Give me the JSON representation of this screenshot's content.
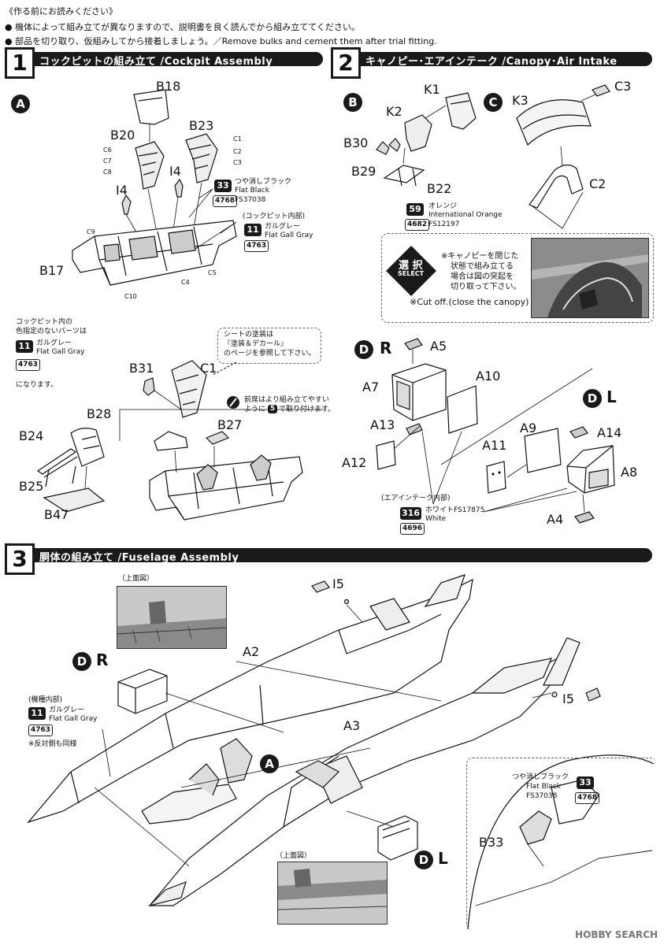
{
  "intro": {
    "line1": "《作る前にお読みください》",
    "line2": "● 機体によって組み立てが異なりますので、説明書を良く読んでから組み立ててください。",
    "line3": "● 部品を切り取り、仮組みしてから接着しましょう。／Remove bulks and cement them after trial fitting."
  },
  "step1": {
    "number": "1",
    "title": "コックピットの組み立て /Cockpit Assembly",
    "sub_a": "A",
    "parts": [
      "B18",
      "B20",
      "B23",
      "I4",
      "I4",
      "B17"
    ],
    "small_parts": [
      "C6",
      "C7",
      "C8",
      "C1",
      "C2",
      "C3",
      "C9",
      "C4",
      "C5",
      "C10"
    ],
    "color_black": {
      "num": "33",
      "ja": "つや消しブラック",
      "en": "Flat Black",
      "fs": "FS37038",
      "code": "4768"
    },
    "inside_label": "(コックピット内部)",
    "color_gray": {
      "num": "11",
      "ja": "ガルグレー",
      "en": "Flat Gall Gray",
      "code": "4763"
    },
    "left_note1": "コックピット内の",
    "left_note2": "色指定のないパーツは",
    "left_color": {
      "num": "11",
      "ja": "ガルグレー",
      "en": "Flat Gall Gray",
      "code": "4763"
    },
    "left_note3": "になります。",
    "seat_note1": "シートの塗装は",
    "seat_note2": "『塗装＆デカール』",
    "seat_note3": "のページを参照して下さい。",
    "front_note1": "前席はより組み立てやすい",
    "front_note2a": "ように",
    "front_note2b": "5",
    "front_note2c": "で取り付けます。",
    "seat_parts": [
      "B31",
      "C1",
      "B28",
      "B24",
      "B25",
      "B47",
      "B27"
    ]
  },
  "step2": {
    "number": "2",
    "title": "キャノピー･エアインテーク /Canopy･Air Intake",
    "sub_b": "B",
    "sub_c": "C",
    "b_parts": [
      "K1",
      "K2",
      "B30",
      "B29",
      "B22"
    ],
    "c_parts": [
      "K3",
      "C3",
      "C2"
    ],
    "orange": {
      "num": "59",
      "ja": "オレンジ",
      "en": "International Orange",
      "code": "4682",
      "fs": "FS12197"
    },
    "select_top": "選 択",
    "select_bottom": "SELECT",
    "select_note1": "※キャノピーを閉じた",
    "select_note2": "状態で組み立てる",
    "select_note3": "場合は図の突起を",
    "select_note4": "切り取って下さい。",
    "select_note_en": "※Cut off.(close the canopy)",
    "dr_letter": "D",
    "dr_side": "R",
    "dl_letter": "D",
    "dl_side": "L",
    "dr_parts": [
      "A5",
      "A7",
      "A10",
      "A13",
      "A12"
    ],
    "dl_parts": [
      "A11",
      "A9",
      "A14",
      "A8",
      "A4"
    ],
    "intake_label": "(エアインテーク内部)",
    "white": {
      "num": "316",
      "ja": "ホワイト",
      "fs": "FS17875",
      "en": "White",
      "code": "4696"
    }
  },
  "step3": {
    "number": "3",
    "title": "胴体の組み立て /Fuselage Assembly",
    "top_view": "（上面図）",
    "parts": [
      "I5",
      "A2",
      "A3",
      "I5",
      "B33"
    ],
    "dr_letter": "D",
    "dr_side": "R",
    "dl_letter": "D",
    "dl_side": "L",
    "sub_a": "A",
    "inside_label": "(機種内部)",
    "gray": {
      "num": "11",
      "ja": "ガルグレー",
      "en": "Flat Gall Gray",
      "code": "4763"
    },
    "same_note": "※反対側も同様",
    "black": {
      "ja": "つや消しブラック",
      "en": "Flat Black",
      "fs": "FS37038",
      "num": "33",
      "code": "4768"
    }
  },
  "watermark": "HOBBY SEARCH"
}
